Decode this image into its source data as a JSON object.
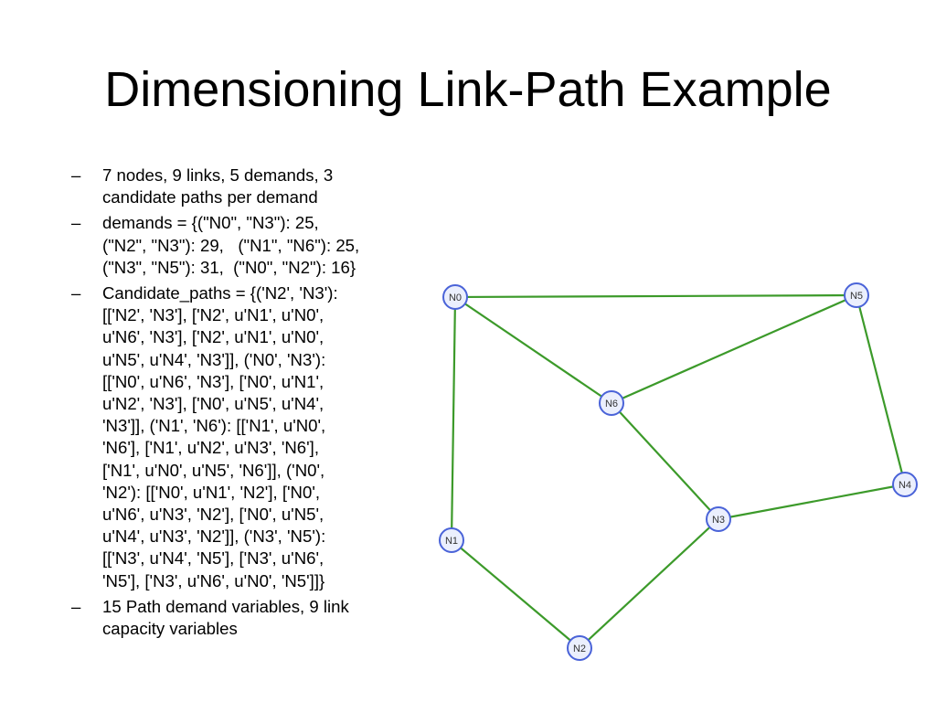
{
  "slide": {
    "title": "Dimensioning Link-Path Example"
  },
  "bullets": [
    {
      "dash": "–",
      "lines": [
        "7 nodes, 9 links, 5 demands, 3",
        "candidate paths per demand"
      ]
    },
    {
      "dash": "–",
      "lines": [
        "demands = {(\"N0\", \"N3\"): 25,",
        "(\"N2\", \"N3\"): 29,   (\"N1\", \"N6\"): 25,",
        "(\"N3\", \"N5\"): 31,  (\"N0\", \"N2\"): 16}"
      ]
    },
    {
      "dash": "–",
      "lines": [
        "Candidate_paths = {('N2', 'N3'):",
        "[['N2', 'N3'], ['N2', u'N1', u'N0',",
        "u'N6', 'N3'], ['N2', u'N1', u'N0',",
        "u'N5', u'N4', 'N3']], ('N0', 'N3'):",
        "[['N0', u'N6', 'N3'], ['N0', u'N1',",
        "u'N2', 'N3'], ['N0', u'N5', u'N4',",
        "'N3']], ('N1', 'N6'): [['N1', u'N0',",
        "'N6'], ['N1', u'N2', u'N3', 'N6'],",
        "['N1', u'N0', u'N5', 'N6']], ('N0',",
        "'N2'): [['N0', u'N1', 'N2'], ['N0',",
        "u'N6', u'N3', 'N2'], ['N0', u'N5',",
        "u'N4', u'N3', 'N2']], ('N3', 'N5'):",
        "[['N3', u'N4', 'N5'], ['N3', u'N6',",
        "'N5'], ['N3', u'N6', u'N0', 'N5']]}"
      ]
    },
    {
      "dash": "–",
      "lines": [
        "15 Path demand variables, 9 link",
        "capacity variables"
      ]
    }
  ],
  "graph": {
    "edge_color": "#3c9a2a",
    "node_fill": "#ebeffd",
    "node_stroke": "#4a63d8",
    "nodes": [
      {
        "id": "N0",
        "label": "N0"
      },
      {
        "id": "N5",
        "label": "N5"
      },
      {
        "id": "N6",
        "label": "N6"
      },
      {
        "id": "N4",
        "label": "N4"
      },
      {
        "id": "N3",
        "label": "N3"
      },
      {
        "id": "N1",
        "label": "N1"
      },
      {
        "id": "N2",
        "label": "N2"
      }
    ],
    "edges": [
      {
        "from": "N0",
        "to": "N5"
      },
      {
        "from": "N0",
        "to": "N6"
      },
      {
        "from": "N0",
        "to": "N1"
      },
      {
        "from": "N5",
        "to": "N6"
      },
      {
        "from": "N5",
        "to": "N4"
      },
      {
        "from": "N6",
        "to": "N3"
      },
      {
        "from": "N3",
        "to": "N4"
      },
      {
        "from": "N3",
        "to": "N2"
      },
      {
        "from": "N1",
        "to": "N2"
      }
    ]
  }
}
